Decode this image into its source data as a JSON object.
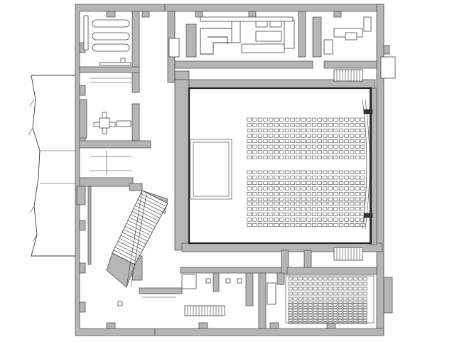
{
  "colors": {
    "wall": "#b5b5b5",
    "line": "#3a3a3a",
    "background": "#ffffff"
  },
  "zones": [
    {
      "name": "main-auditorium",
      "seat_blocks": [
        {
          "rows": 8,
          "cols": 22
        },
        {
          "rows": 6,
          "cols": 22
        },
        {
          "rows": 5,
          "cols": 22
        }
      ]
    },
    {
      "name": "small-lecture-hall",
      "seat_blocks": [
        {
          "rows": 9,
          "cols": 16
        },
        {
          "rows": 9,
          "cols": 16
        }
      ]
    }
  ]
}
